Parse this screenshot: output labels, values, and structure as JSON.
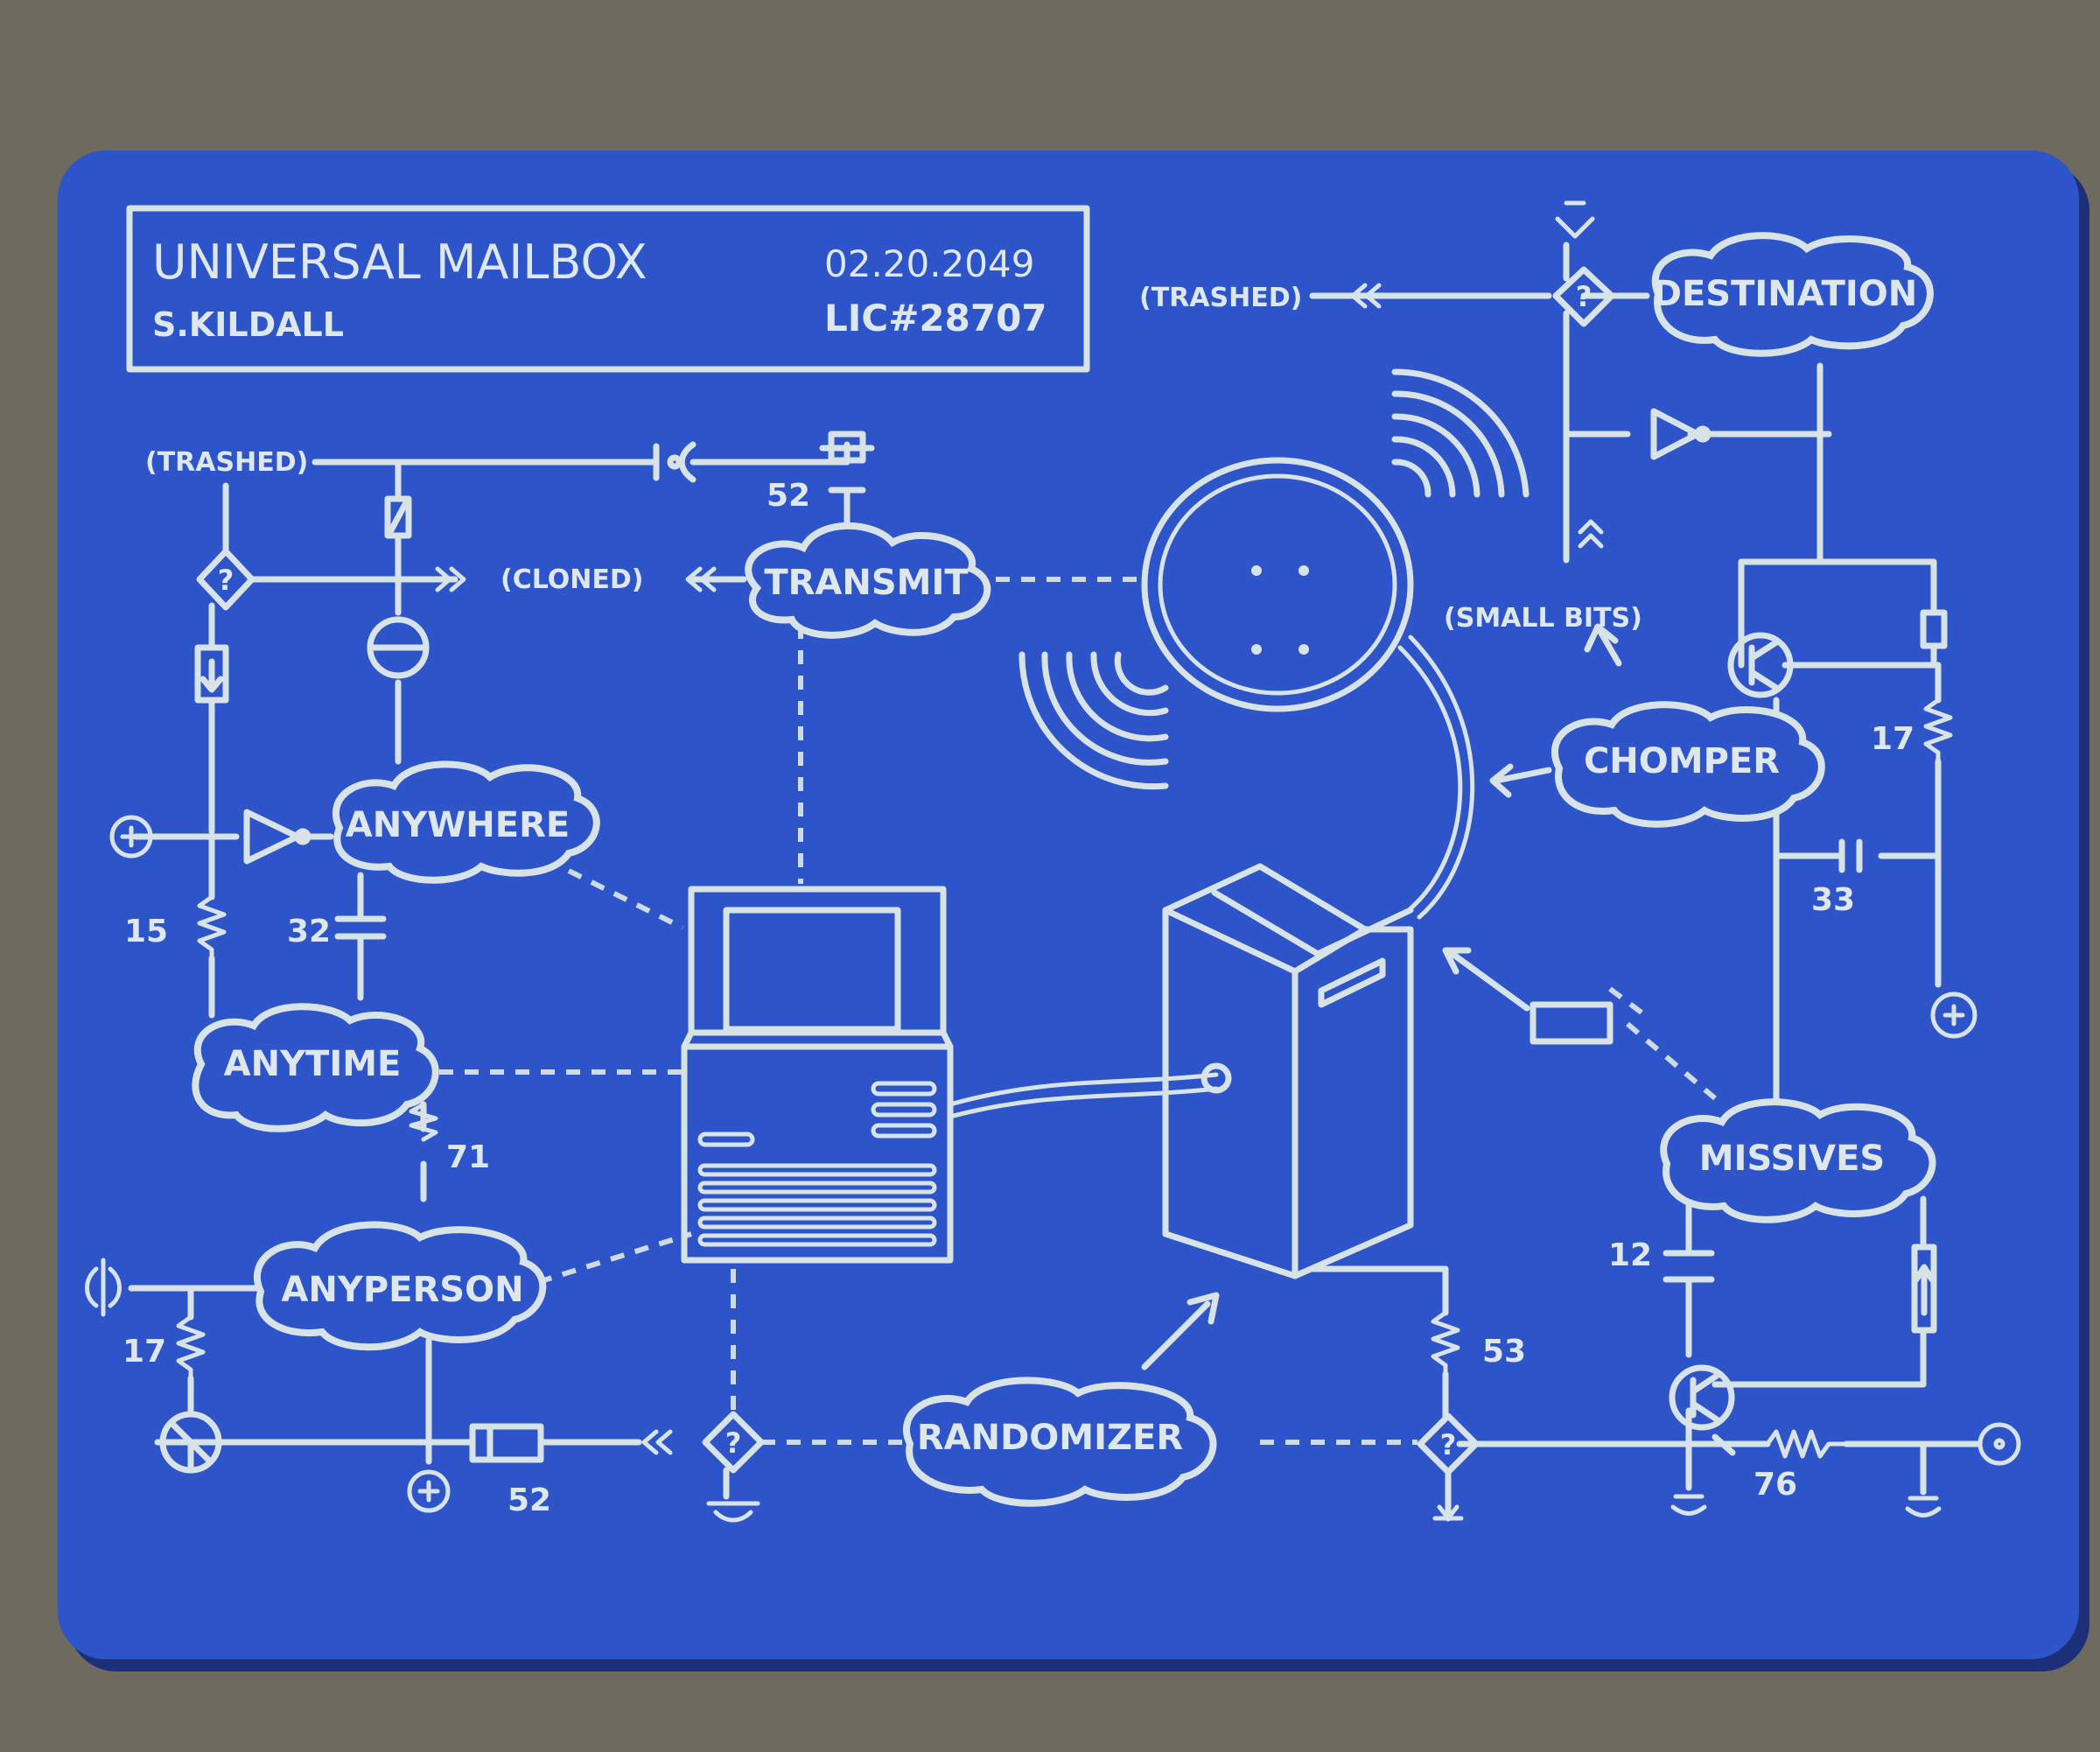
{
  "title": {
    "heading": "UNIVERSAL MAILBOX",
    "author": "S.KILDALL",
    "date": "02.20.2049",
    "license": "LIC#28707"
  },
  "nodes": {
    "transmit": "TRANSMIT",
    "destination": "DESTINATION",
    "anywhere": "ANYWHERE",
    "anytime": "ANYTIME",
    "anyperson": "ANYPERSON",
    "chomper": "CHOMPER",
    "missives": "MISSIVES",
    "randomizer": "RANDOMIZER"
  },
  "annotations": {
    "trashed_top_right": "(TRASHED)",
    "trashed_left": "(TRASHED)",
    "cloned": "(CLONED)",
    "small_bits": "(SMALL BITS)"
  },
  "component_values": {
    "v52_top": "52",
    "v15": "15",
    "v32": "32",
    "v71": "71",
    "v17_left": "17",
    "v52_bottom": "52",
    "v53": "53",
    "v17_right": "17",
    "v33": "33",
    "v12": "12",
    "v76": "76"
  },
  "colors": {
    "background": "#6e6a5f",
    "board": "#2d54c8",
    "etch": "#d8e3e8"
  }
}
